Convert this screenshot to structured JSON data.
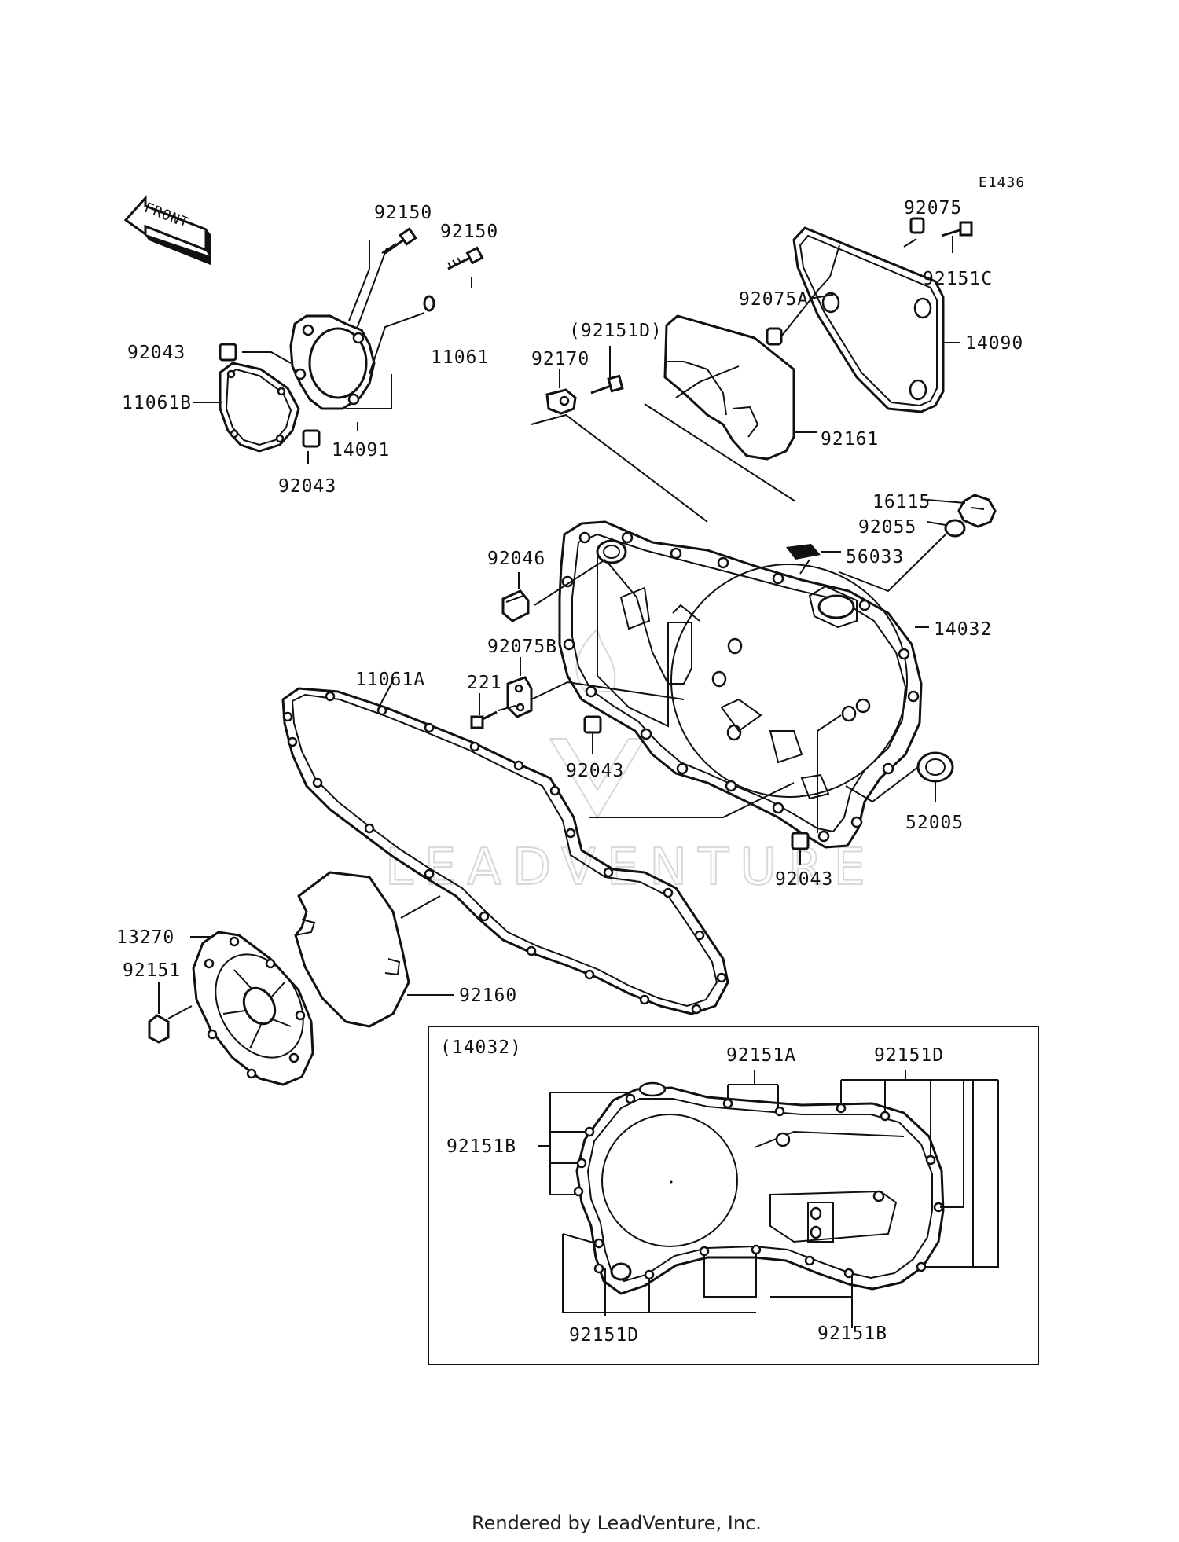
{
  "diagram_id": "E1436",
  "direction_marker": "FRONT",
  "watermark": "LEADVENTURE",
  "footer_text": "Rendered by LeadVenture, Inc.",
  "inset_title": "(14032)",
  "colors": {
    "ink": "#111111",
    "watermark": "#d8d8d8",
    "background": "#ffffff"
  },
  "callouts": {
    "c92150a": "92150",
    "c92150b": "92150",
    "c92043a": "92043",
    "c11061": "11061",
    "c11061b": "11061B",
    "c14091": "14091",
    "c92043b": "92043",
    "c92075": "92075",
    "c92151c": "92151C",
    "c92075a": "92075A",
    "c14090": "14090",
    "c92151d_paren": "(92151D)",
    "c92170": "92170",
    "c92161": "92161",
    "c16115": "16115",
    "c92055": "92055",
    "c92046": "92046",
    "c56033": "56033",
    "c14032": "14032",
    "c92075b": "92075B",
    "c11061a": "11061A",
    "c221": "221",
    "c92043c": "92043",
    "c52005": "52005",
    "c92043d": "92043",
    "c13270": "13270",
    "c92151": "92151",
    "c92160": "92160"
  },
  "inset_callouts": {
    "i92151a": "92151A",
    "i92151d_top": "92151D",
    "i92151b_left": "92151B",
    "i92151d_bottom": "92151D",
    "i92151b_bottom": "92151B"
  }
}
